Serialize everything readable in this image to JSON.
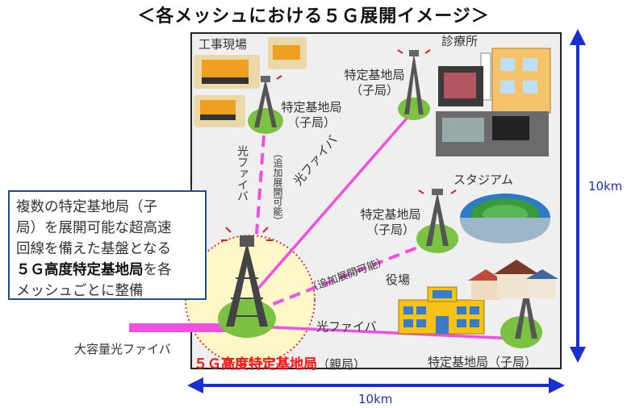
{
  "title": "＜各メッシュにおける５Ｇ展開イメージ＞",
  "labels": {
    "construction_site": "工事現場",
    "clinic": "診療所",
    "stadium": "スタジアム",
    "town_office": "役場",
    "child_station_1": "特定基地局\n（子局）",
    "child_station_2": "特定基地局\n（子局）",
    "child_station_3": "特定基地局\n（子局）",
    "child_station_4": "特定基地局（子局）",
    "fiber_vertical": "光ファイバ",
    "additional_vertical": "（追加展開可能）",
    "fiber_diagonal": "光ファイバ",
    "additional_diagonal": "（追加展開可能）",
    "fiber_bottom": "光ファイバ",
    "large_fiber": "大容量光ファイバ",
    "parent_station": "５Ｇ高度特定基地局",
    "parent_sub": "（親局）",
    "dimension_vertical": "10km",
    "dimension_horizontal": "10km"
  },
  "callout": {
    "line1": "複数の特定基地局（子",
    "line2": "局）を展開可能な超高速",
    "line3": "回線を備えた基盤となる",
    "line4_bold": "５Ｇ高度特定基地局",
    "line4_rest": "を各",
    "line5": "メッシュごとに整備"
  },
  "colors": {
    "fiber": "#f050e0",
    "dimension_arrow": "#1a2fd0",
    "parent_highlight": "#ff1010",
    "callout_border": "#1d4f91",
    "tower_base": "#7cc242"
  }
}
